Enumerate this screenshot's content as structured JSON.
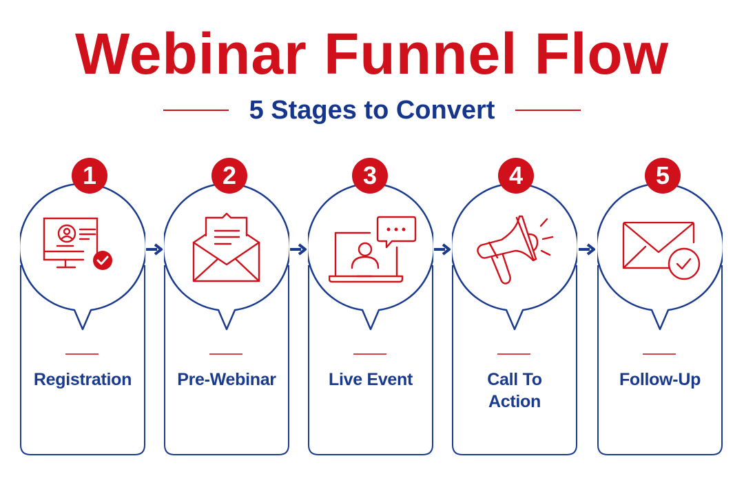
{
  "header": {
    "title": "Webinar Funnel Flow",
    "subtitle": "5 Stages to Convert"
  },
  "colors": {
    "accent_red": "#d0101a",
    "primary_blue": "#16368c",
    "background": "#ffffff"
  },
  "stages": [
    {
      "number": "1",
      "label": "Registration",
      "icon": "monitor-profile-check-icon"
    },
    {
      "number": "2",
      "label": "Pre-Webinar",
      "icon": "open-envelope-letter-icon"
    },
    {
      "number": "3",
      "label": "Live Event",
      "icon": "laptop-presenter-chat-icon"
    },
    {
      "number": "4",
      "label": "Call To Action",
      "label_lines": [
        "Call To",
        "Action"
      ],
      "icon": "megaphone-icon"
    },
    {
      "number": "5",
      "label": "Follow-Up",
      "icon": "envelope-check-icon"
    }
  ],
  "connectors": [
    "arrow-right-icon",
    "arrow-right-icon",
    "arrow-right-icon",
    "arrow-right-icon"
  ]
}
